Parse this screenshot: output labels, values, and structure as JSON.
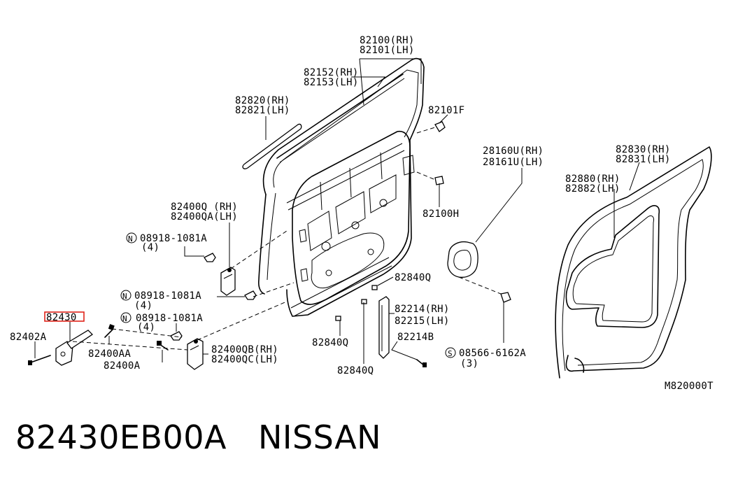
{
  "diagram": {
    "labels": {
      "door_frame": [
        "82100(RH)",
        "82101(LH)"
      ],
      "weatherstrip": [
        "82152(RH)",
        "82153(LH)"
      ],
      "moulding": [
        "82820(RH)",
        "82821(LH)"
      ],
      "clip_top": "82101F",
      "clip_side": "82100H",
      "hinge_upper": [
        "82400Q (RH)",
        "82400QA(LH)"
      ],
      "nut_1": [
        "08918-1081A",
        "(4)"
      ],
      "nut_2": [
        "08918-1081A",
        "(4)"
      ],
      "nut_3": [
        "08918-1081A",
        "(4)"
      ],
      "check_link": "82430",
      "bolt_82402a": "82402A",
      "bolt_82400aa": "82400AA",
      "bolt_82400a": "82400A",
      "hinge_lower": [
        "82400QB(RH)",
        "82400QC(LH)"
      ],
      "grommet_1": "82840Q",
      "grommet_2": "82840Q",
      "grommet_3": "82840Q",
      "sash_channel": [
        "82214(RH)",
        "82215(LH)"
      ],
      "channel_bolt": "82214B",
      "screw": [
        "08566-6162A",
        "(3)"
      ],
      "speaker_ring": [
        "28160U(RH)",
        "28161U(LH)"
      ],
      "seal_outer": [
        "82830(RH)",
        "82831(LH)"
      ],
      "seal_inner": [
        "82880(RH)",
        "82882(LH)"
      ],
      "drawing_code": "M820000T"
    },
    "symbols": {
      "nut_marker": "N",
      "screw_marker": "S"
    },
    "highlight_color": "#e0241b"
  },
  "caption": {
    "part_number": "82430EB00A",
    "brand": "NISSAN"
  }
}
